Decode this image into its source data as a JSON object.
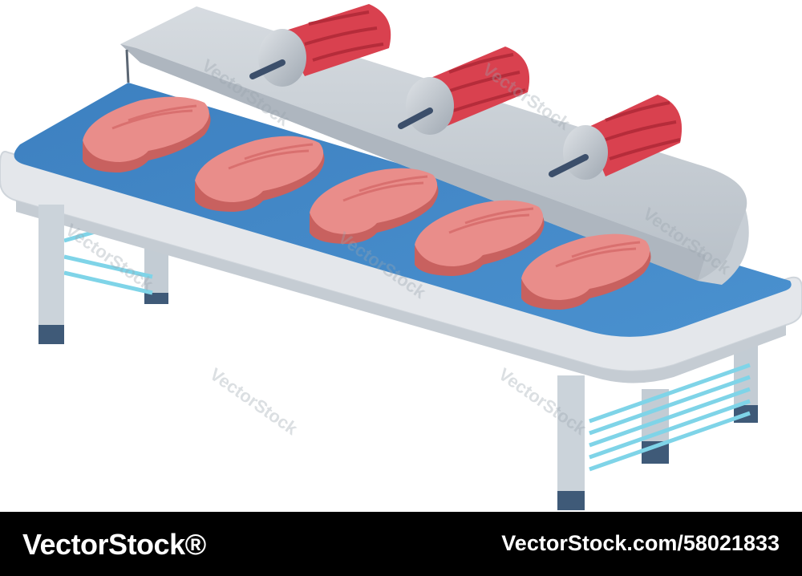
{
  "scene": {
    "subject": "conveyor-belt-with-fish-steaks",
    "colors": {
      "belt": "#3f86c6",
      "frame": "#e4e7eb",
      "steel": "#c9cfd6",
      "leg": "#b9c3cc",
      "foot": "#3f5a78",
      "rail": "#7fd4e8",
      "steak": "#e98d8a",
      "steak_side": "#c8615f",
      "tuna": "#d9414f",
      "roller": "#bcc4cc",
      "pin": "#3c4f6b"
    }
  },
  "watermark": {
    "text": "VectorStock"
  },
  "footer": {
    "brand": "VectorStock®",
    "url": "VectorStock.com/58021833"
  }
}
